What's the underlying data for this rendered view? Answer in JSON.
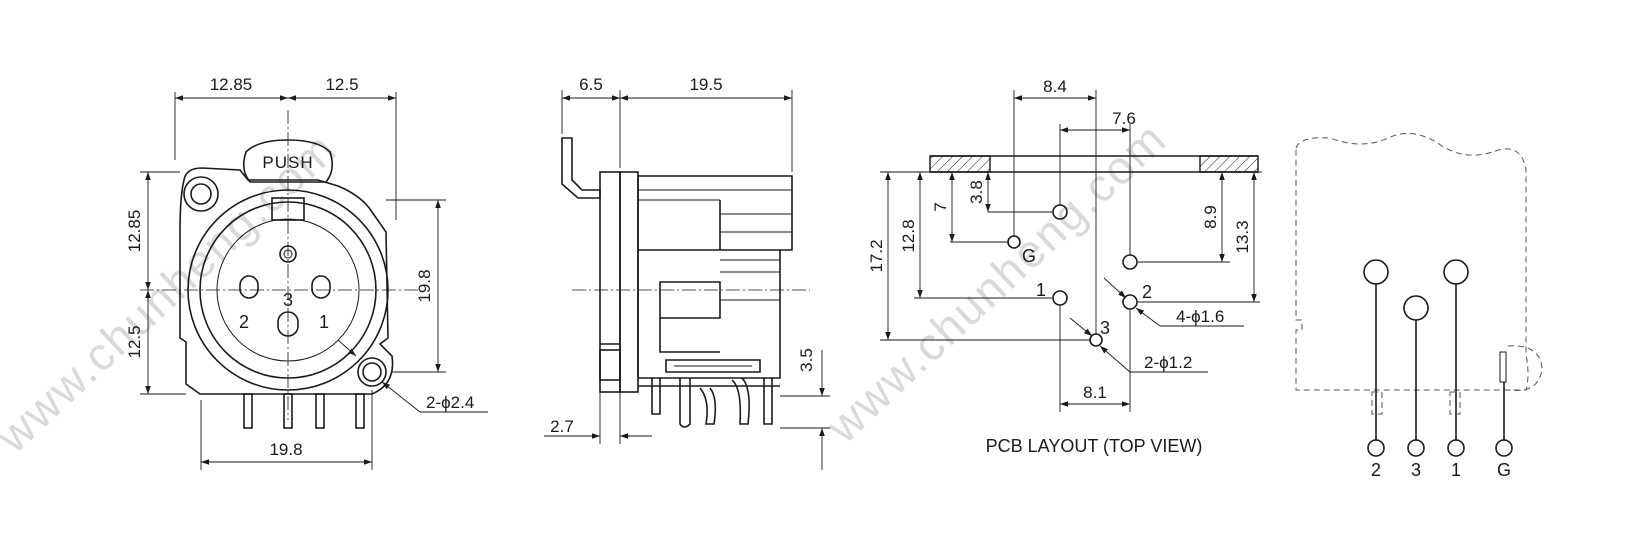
{
  "front_view": {
    "dims": {
      "top_left": "12.85",
      "top_right": "12.5",
      "left_upper": "12.85",
      "left_lower": "12.5",
      "right": "19.8",
      "bottom": "19.8",
      "mount_hole": "2-ϕ2.4"
    },
    "push_label": "PUSH",
    "pins": [
      "1",
      "2",
      "3"
    ]
  },
  "side_view": {
    "dims": {
      "top_left": "6.5",
      "top_right": "19.5",
      "right": "3.5",
      "bottom_left": "2.7"
    }
  },
  "pcb_layout": {
    "caption": "PCB LAYOUT (TOP VIEW)",
    "dims": {
      "top": "8.4",
      "second": "7.6",
      "bottom": "8.1",
      "left_outer": "17.2",
      "left_mid": "12.8",
      "left_inner": "7",
      "left_short": "3.8",
      "right_inner": "8.9",
      "right_outer": "13.3",
      "hole_large": "4-ϕ1.6",
      "hole_small": "2-ϕ1.2"
    },
    "pins": [
      "1",
      "2",
      "3",
      "G"
    ]
  },
  "pin_diagram": {
    "labels": [
      "2",
      "3",
      "1",
      "G"
    ]
  },
  "watermark": "www.chunheng.com"
}
